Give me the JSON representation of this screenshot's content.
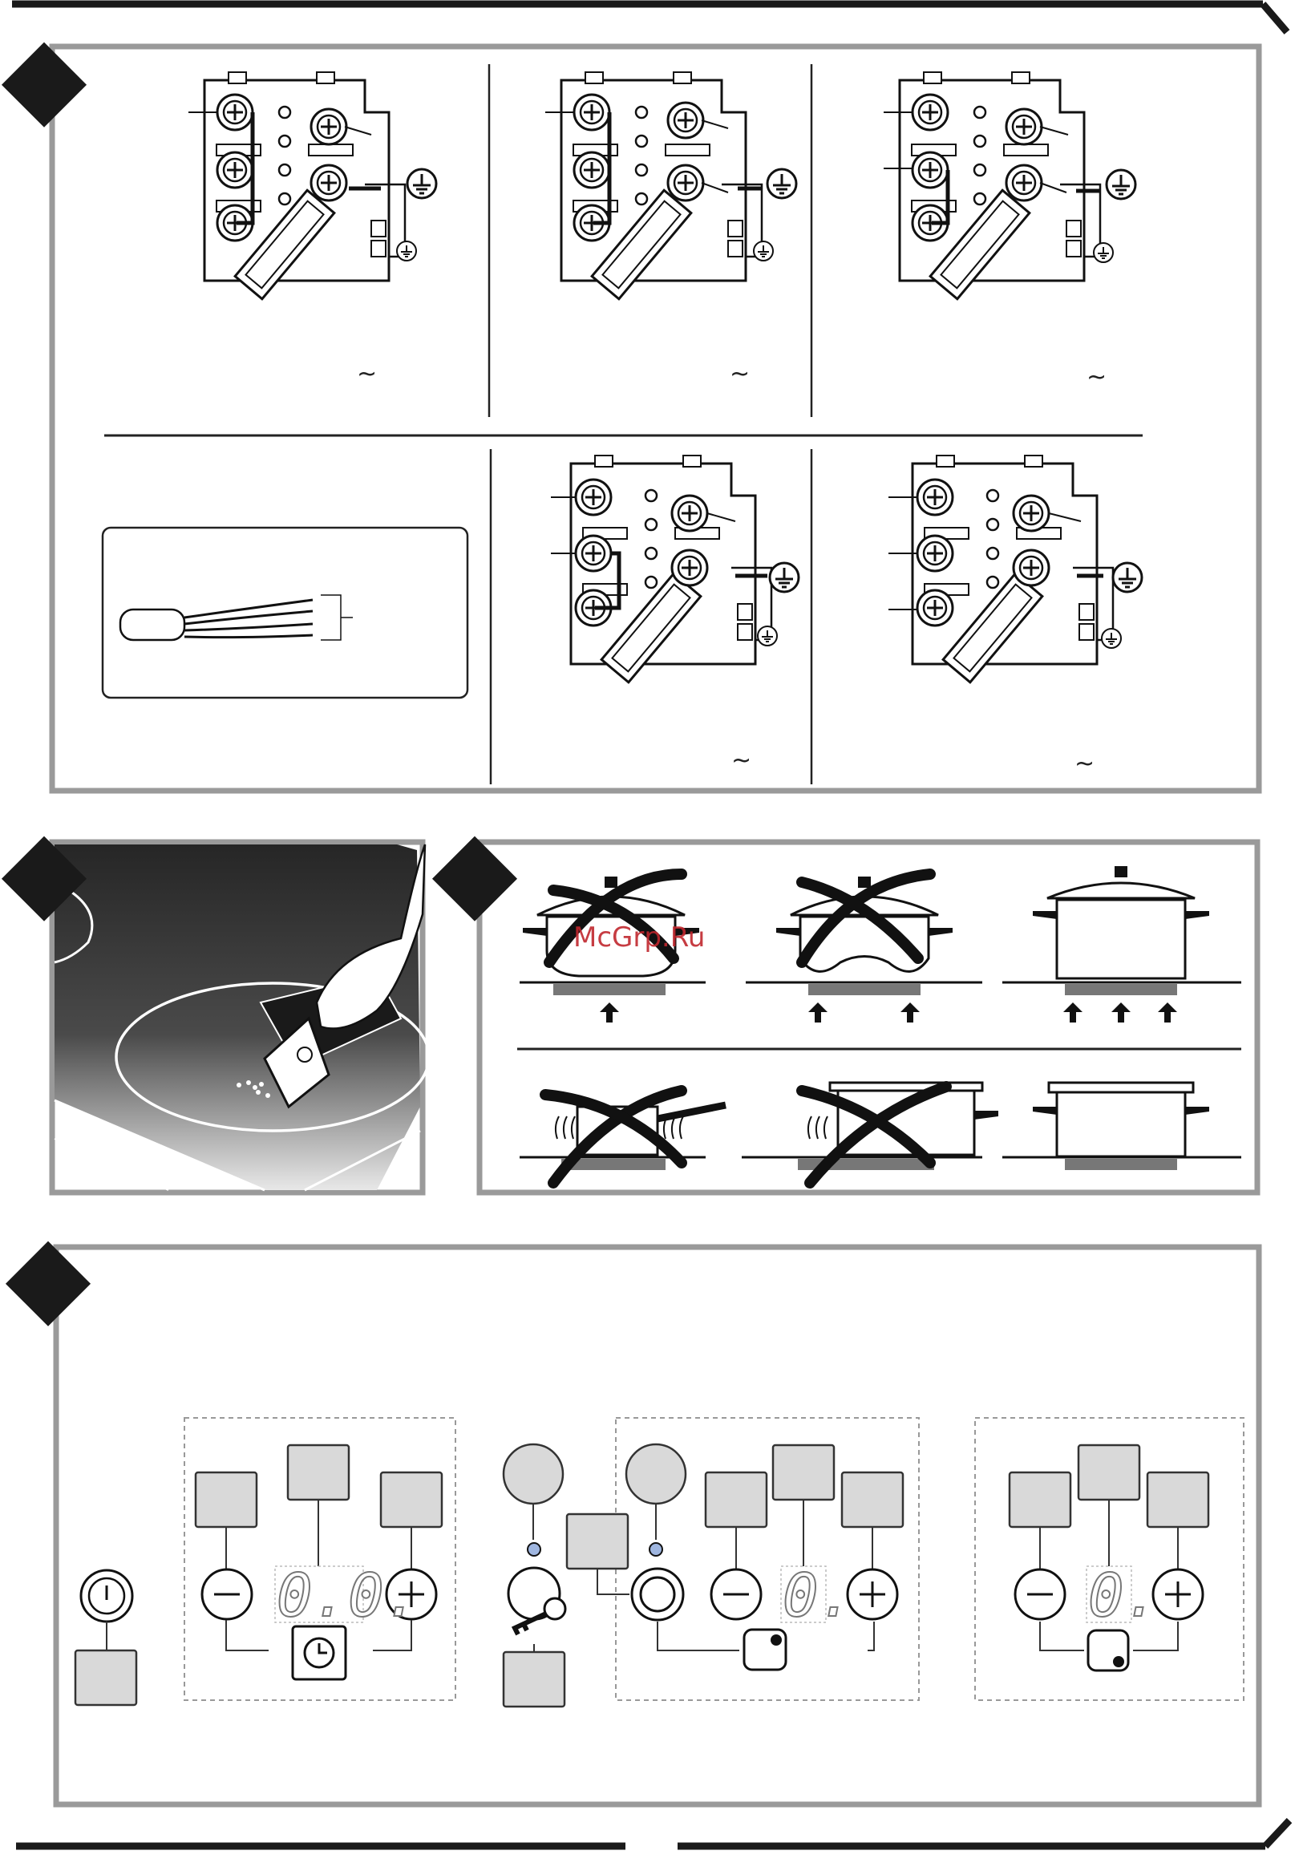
{
  "watermark": "McGrp.Ru",
  "wiring": {
    "ac_symbol": "~",
    "diagrams": 5
  },
  "displays": {
    "timer_digits": "0.0.",
    "zone_left_digit": "0.",
    "zone_right_digit": "0."
  },
  "controls": {
    "minus_symbol": "−",
    "plus_symbol": "+"
  },
  "colors": {
    "frame": "#9a9a9a",
    "marker": "#1a1a1a",
    "key_fill": "#d9d9d9",
    "led": "#9fb6e0",
    "hob_dark": "#2a2a2a"
  },
  "icons": [
    "earth-icon",
    "power-icon",
    "clock-icon",
    "key-icon",
    "lock-icon",
    "zone-icon",
    "pot-icon",
    "heat-waves-icon",
    "scraper-icon"
  ]
}
